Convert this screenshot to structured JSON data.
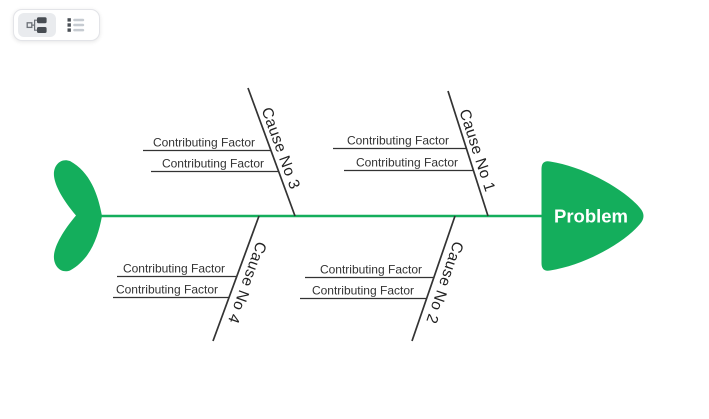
{
  "toolbar": {
    "buttons": [
      {
        "name": "diagram-view",
        "icon": "fishbone-tree-icon",
        "selected": true
      },
      {
        "name": "list-view",
        "icon": "list-icon",
        "selected": false
      }
    ]
  },
  "diagram": {
    "type": "fishbone",
    "problem_label": "Problem",
    "colors": {
      "accent": "#14AE5C",
      "line": "#333333",
      "cause_text": "#222222",
      "factor_text": "#333333"
    },
    "causes": [
      {
        "label": "Cause No 1",
        "position": "top-right",
        "factors": [
          "Contributing Factor",
          "Contributing Factor"
        ]
      },
      {
        "label": "Cause No 2",
        "position": "bottom-right",
        "factors": [
          "Contributing Factor",
          "Contributing Factor"
        ]
      },
      {
        "label": "Cause No 3",
        "position": "top-left",
        "factors": [
          "Contributing Factor",
          "Contributing Factor"
        ]
      },
      {
        "label": "Cause No 4",
        "position": "bottom-left",
        "factors": [
          "Contributing Factor",
          "Contributing Factor"
        ]
      }
    ]
  }
}
